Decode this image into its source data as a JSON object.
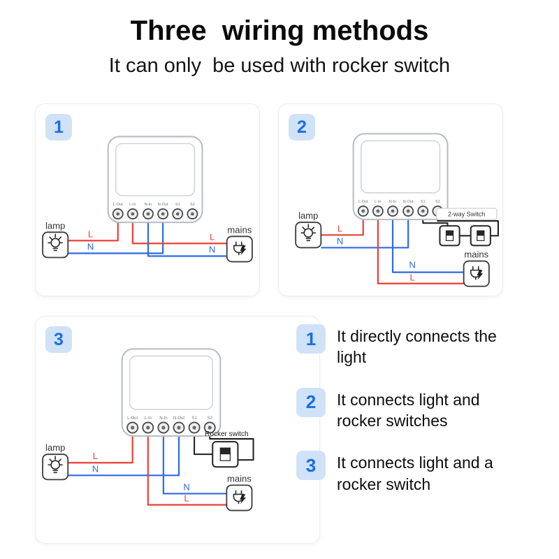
{
  "header": {
    "title": "Three  wiring methods",
    "subtitle": "It can only  be used with rocker switch"
  },
  "device": {
    "terminals": [
      "L-Out",
      "L-In",
      "N-In",
      "N-Out",
      "S1",
      "S2"
    ]
  },
  "diagrams": [
    {
      "badge": "1",
      "lamp_label": "lamp",
      "mains_label": "mains",
      "live": "L",
      "neutral": "N"
    },
    {
      "badge": "2",
      "lamp_label": "lamp",
      "mains_label": "mains",
      "live": "L",
      "neutral": "N",
      "switch_label": "2-way Switch"
    },
    {
      "badge": "3",
      "lamp_label": "lamp",
      "mains_label": "mains",
      "live": "L",
      "neutral": "N",
      "switch_label": "Rocker switch"
    }
  ],
  "legend": [
    {
      "badge": "1",
      "text": "It directly connects the light"
    },
    {
      "badge": "2",
      "text": "It connects light and rocker switches"
    },
    {
      "badge": "3",
      "text": "It connects light and a rocker switch"
    }
  ],
  "colors": {
    "wire_live": "#e8403a",
    "wire_neutral": "#2f6ae0",
    "wire_switch": "#1c1c1c",
    "badge_background": "#cfe2f8",
    "badge_number": "#1a6de4"
  }
}
